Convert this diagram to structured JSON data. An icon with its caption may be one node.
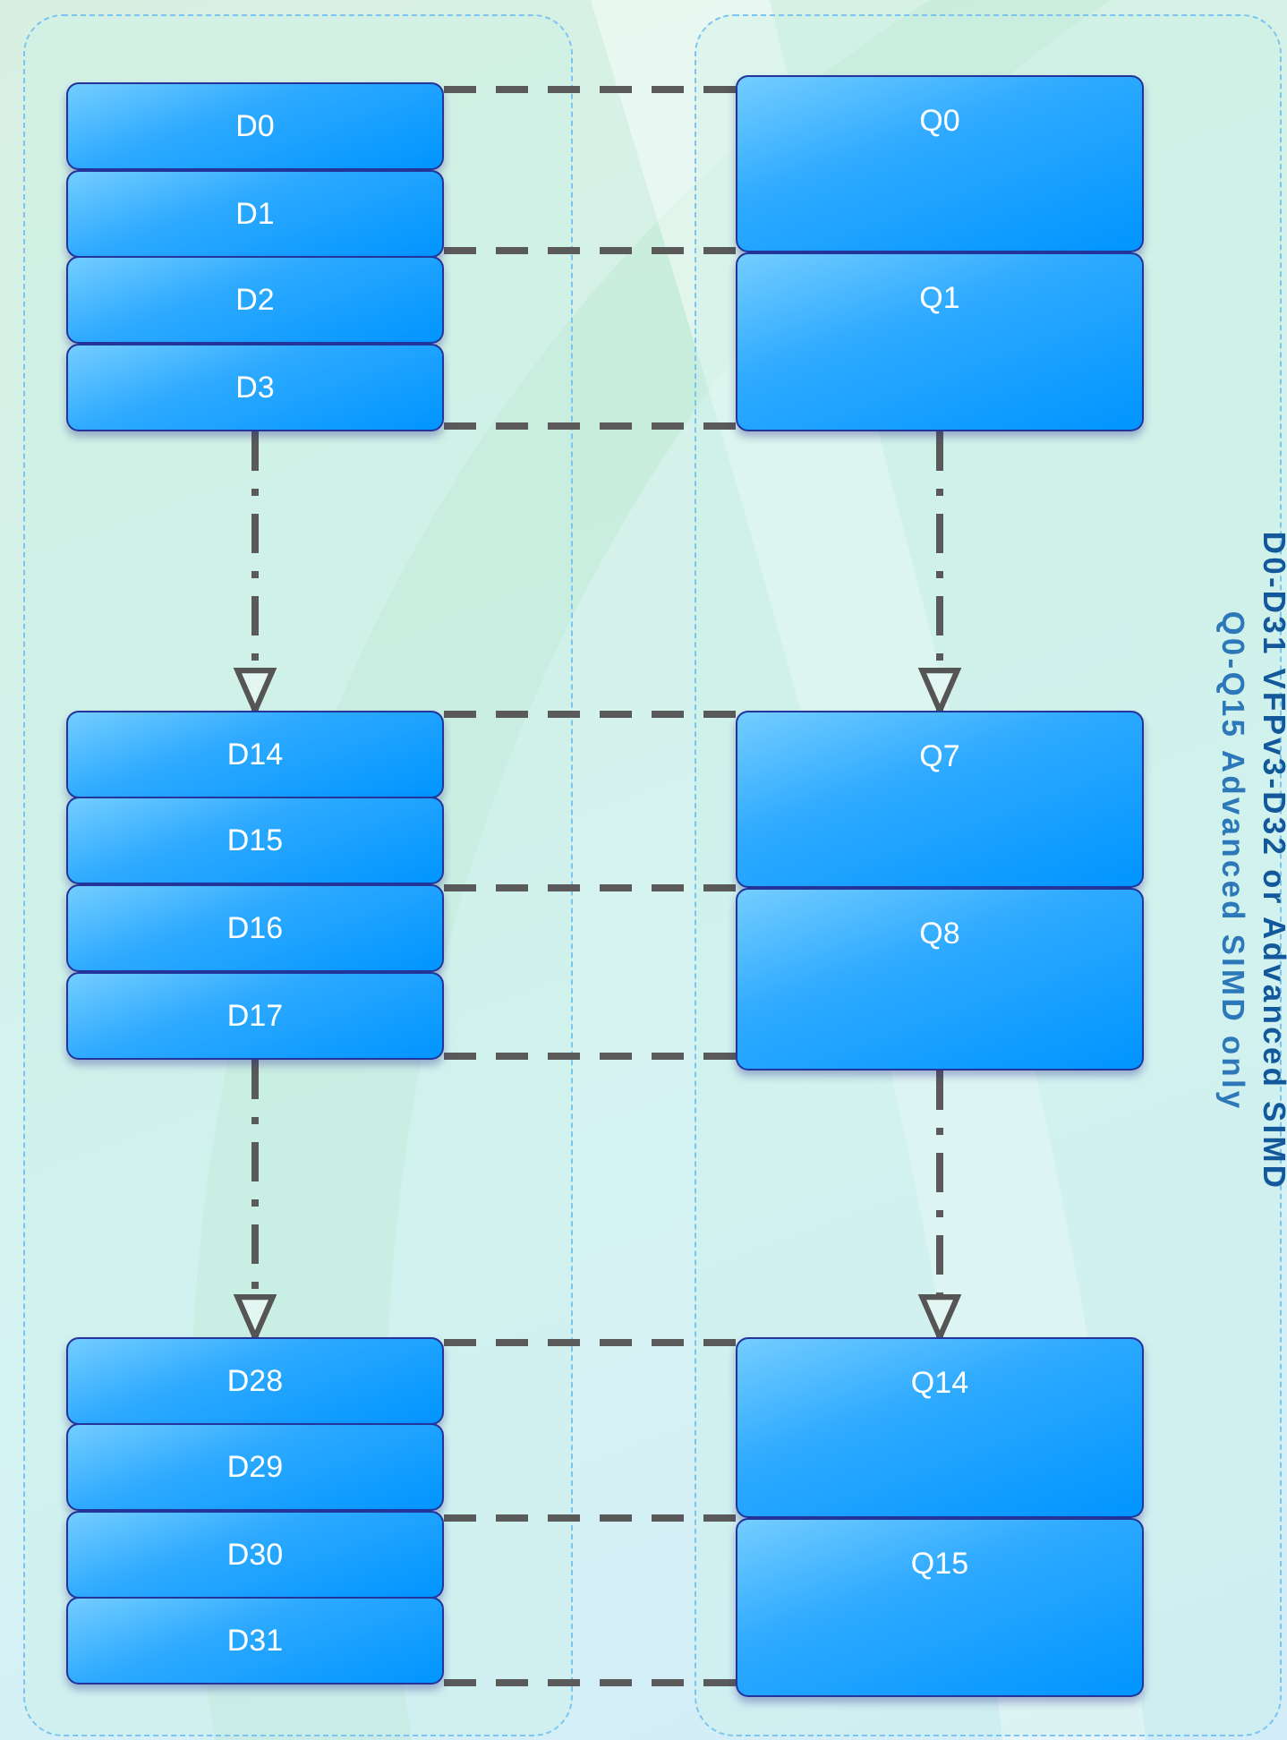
{
  "diagram": {
    "nodes": [
      {
        "text": [],
        "shape": "box"
      },
      {
        "text": [
          "D0"
        ],
        "in": 0
      },
      {
        "text": [
          "D1"
        ],
        "in": 0
      },
      {
        "text": [
          "D2"
        ],
        "in": 0
      },
      {
        "text": [
          "D3"
        ],
        "in": 0
      },
      {
        "text": [
          "D14"
        ],
        "in": 0
      },
      {
        "text": [
          "D15"
        ],
        "in": 0
      },
      {
        "text": [
          "D16"
        ],
        "in": 0
      },
      {
        "text": [
          "D17"
        ],
        "in": 0
      },
      {
        "text": [
          "D28"
        ],
        "in": 0
      },
      {
        "text": [
          "D29"
        ],
        "in": 0
      },
      {
        "text": [
          "D30"
        ],
        "in": 0
      },
      {
        "text": [
          "D31"
        ],
        "in": 0
      },
      {
        "text": [],
        "shape": "box"
      },
      {
        "text": [
          "Q0"
        ],
        "in": 13
      },
      {
        "text": [
          "Q1"
        ],
        "in": 13
      },
      {
        "text": [
          "Q7"
        ],
        "in": 13
      },
      {
        "text": [
          "Q8"
        ],
        "in": 13
      },
      {
        "text": [
          "Q14"
        ],
        "in": 13
      },
      {
        "text": [
          "Q15"
        ],
        "in": 13
      }
    ],
    "edges": [
      {
        "from": 1,
        "to": 14,
        "arrow": "none",
        "style": "dashed"
      },
      {
        "from": 2,
        "to": 14,
        "arrow": "none",
        "style": "dashed"
      },
      {
        "from": 4,
        "to": 15,
        "arrow": "none",
        "style": "dashed"
      },
      {
        "from": 5,
        "to": 16,
        "arrow": "none",
        "style": "dashed"
      },
      {
        "from": 6,
        "to": 16,
        "arrow": "none",
        "style": "dashed"
      },
      {
        "from": 8,
        "to": 17,
        "arrow": "none",
        "style": "dashed"
      },
      {
        "from": 9,
        "to": 18,
        "arrow": "none",
        "style": "dashed"
      },
      {
        "from": 10,
        "to": 18,
        "arrow": "none",
        "style": "dashed"
      },
      {
        "from": 12,
        "to": 19,
        "arrow": "none",
        "style": "dashed"
      },
      {
        "from": 4,
        "to": 5,
        "arrow": "to",
        "style": "dashed"
      },
      {
        "from": 8,
        "to": 9,
        "arrow": "to",
        "style": "dashed"
      },
      {
        "from": 15,
        "to": 16,
        "arrow": "to",
        "style": "dashed"
      },
      {
        "from": 17,
        "to": 18,
        "arrow": "to",
        "style": "dashed"
      }
    ],
    "labels": [
      "D0-D31 VFPv3-D32 or Advanced SIMD",
      "Q0-Q15 Advanced SIMD only"
    ]
  }
}
